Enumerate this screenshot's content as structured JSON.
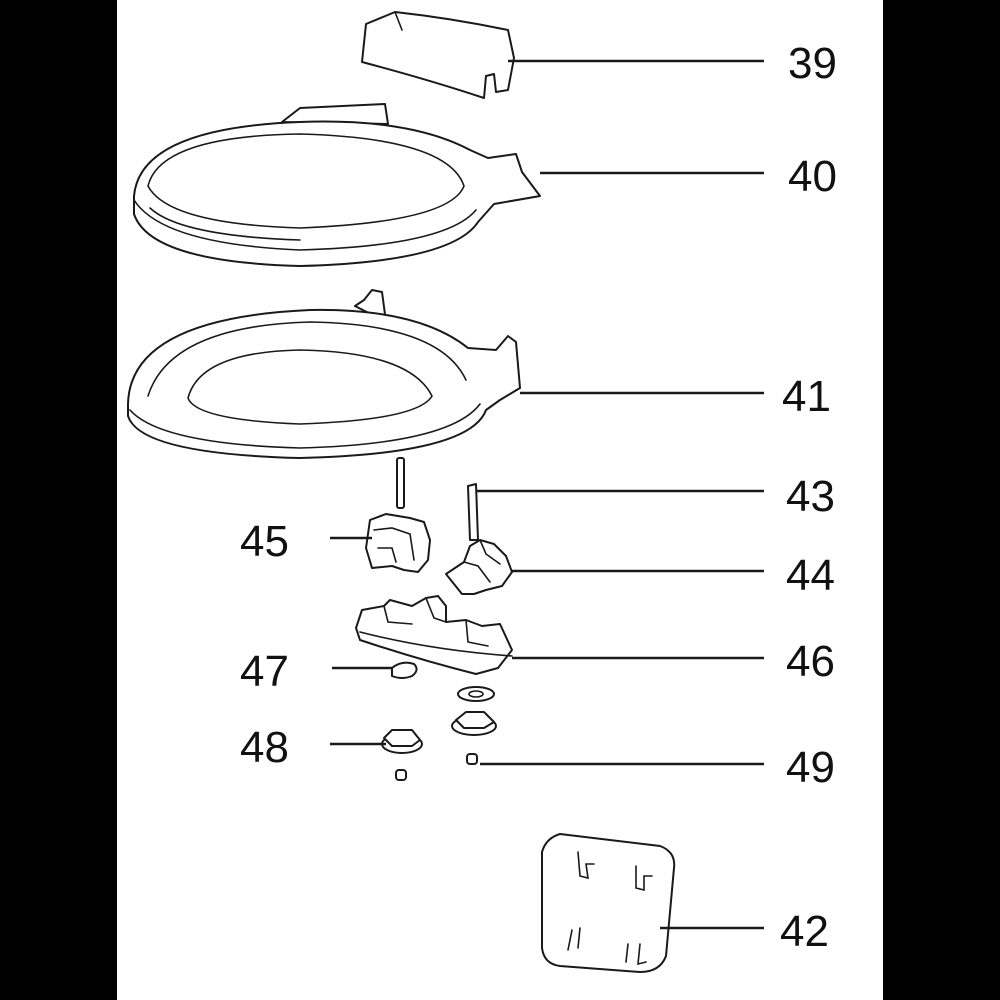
{
  "diagram": {
    "callouts": [
      {
        "id": "39",
        "label": "39"
      },
      {
        "id": "40",
        "label": "40"
      },
      {
        "id": "41",
        "label": "41"
      },
      {
        "id": "43",
        "label": "43"
      },
      {
        "id": "44",
        "label": "44"
      },
      {
        "id": "45",
        "label": "45"
      },
      {
        "id": "46",
        "label": "46"
      },
      {
        "id": "47",
        "label": "47"
      },
      {
        "id": "48",
        "label": "48"
      },
      {
        "id": "49",
        "label": "49"
      },
      {
        "id": "42",
        "label": "42"
      }
    ]
  }
}
